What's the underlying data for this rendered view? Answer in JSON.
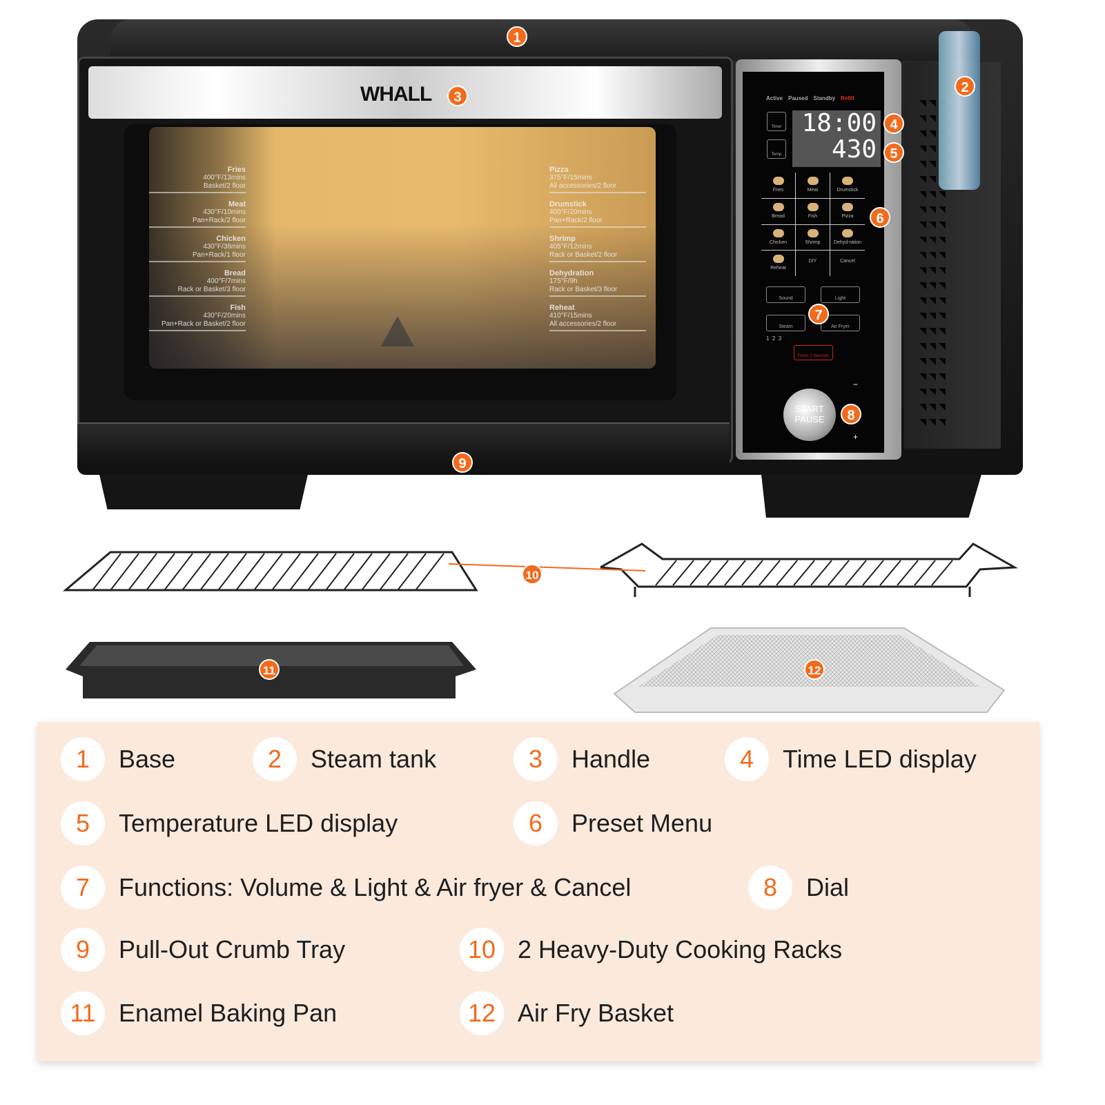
{
  "brand": "WHALL",
  "badge_color": "#f26a1b",
  "callouts": [
    "1",
    "2",
    "3",
    "4",
    "5",
    "6",
    "7",
    "8",
    "9",
    "10",
    "11",
    "12"
  ],
  "panel": {
    "status": [
      "Active",
      "Paused",
      "Standby",
      "Refill"
    ],
    "timer_label": "Timer",
    "temp_label": "Temp",
    "time_display": "18:00",
    "temp_display": "430",
    "presets": [
      "Fries",
      "Meat",
      "Drumstick",
      "Bread",
      "Fish",
      "Pizza",
      "Chicken",
      "Shrimp",
      "Dehyd-ration",
      "Reheat",
      "DIY",
      "Cancel"
    ],
    "functions": [
      "Sound",
      "Light",
      "Steam",
      "Air Fryer"
    ],
    "steam_levels": "1  2  3",
    "power_hint": "Press 2 Seconds",
    "knob_label_1": "START",
    "knob_label_2": "PAUSE",
    "minus": "−",
    "plus": "+"
  },
  "door_left": [
    {
      "name": "Fries",
      "temp": "400°F/13mins",
      "acc": "Basket/2 floor"
    },
    {
      "name": "Meat",
      "temp": "430°F/10mins",
      "acc": "Pan+Rack/2 floor"
    },
    {
      "name": "Chicken",
      "temp": "430°F/38mins",
      "acc": "Pan+Rack/1 floor"
    },
    {
      "name": "Bread",
      "temp": "400°F/7mins",
      "acc": "Rack or Basket/3 floor"
    },
    {
      "name": "Fish",
      "temp": "430°F/20mins",
      "acc": "Pan+Rack or Basket/2 floor"
    }
  ],
  "door_right": [
    {
      "name": "Pizza",
      "temp": "375°F/15mins",
      "acc": "All accessories/2 floor"
    },
    {
      "name": "Drumstick",
      "temp": "400°F/20mins",
      "acc": "Pan+Rack/2 floor"
    },
    {
      "name": "Shrimp",
      "temp": "405°F/12mins",
      "acc": "Rack or Basket/2 floor"
    },
    {
      "name": "Dehydration",
      "temp": "175°F/9h",
      "acc": "Rack or Basket/3 floor"
    },
    {
      "name": "Reheat",
      "temp": "410°F/15mins",
      "acc": "All accessories/2 floor"
    }
  ],
  "legend": [
    {
      "n": "1",
      "label": "Base"
    },
    {
      "n": "2",
      "label": "Steam tank"
    },
    {
      "n": "3",
      "label": "Handle"
    },
    {
      "n": "4",
      "label": "Time LED display"
    },
    {
      "n": "5",
      "label": "Temperature LED display"
    },
    {
      "n": "6",
      "label": "Preset Menu"
    },
    {
      "n": "7",
      "label": "Functions: Volume & Light & Air fryer & Cancel"
    },
    {
      "n": "8",
      "label": "Dial"
    },
    {
      "n": "9",
      "label": "Pull-Out Crumb Tray"
    },
    {
      "n": "10",
      "label": "2 Heavy-Duty Cooking Racks"
    },
    {
      "n": "11",
      "label": "Enamel Baking Pan"
    },
    {
      "n": "12",
      "label": "Air Fry Basket"
    }
  ]
}
